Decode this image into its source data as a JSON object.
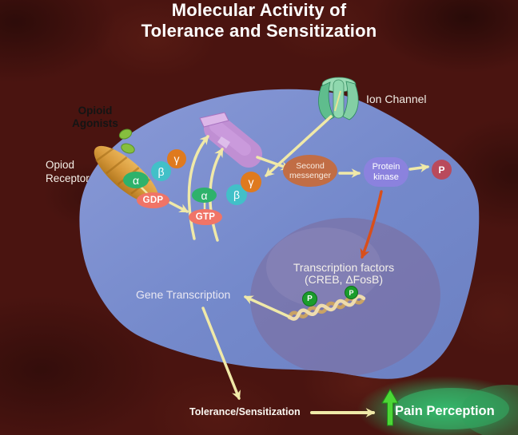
{
  "title": {
    "line1": "Molecular Activity of",
    "line2": "Tolerance and Sensitization"
  },
  "labels": {
    "opioid_agonists_line1": "Opioid",
    "opioid_agonists_line2": "Agonists",
    "opiod_receptor_line1": "Opiod",
    "opiod_receptor_line2": "Receptor",
    "ion_channel": "Ion Channel",
    "transcription_factors_line1": "Transcription factors",
    "transcription_factors_line2": "(CREB,  ΔFosB)",
    "gene_transcription": "Gene Transcription",
    "tolerance_sensitization": "Tolerance/Sensitization",
    "pain_perception": "Pain Perception"
  },
  "molecules": {
    "alpha": "α",
    "beta": "β",
    "gamma": "γ",
    "gdp": "GDP",
    "gtp": "GTP",
    "second_messenger_line1": "Second",
    "second_messenger_line2": "messenger",
    "protein_kinase_line1": "Protein",
    "protein_kinase_line2": "kinase",
    "phosphate": "P"
  },
  "colors": {
    "background": "#4a1410",
    "cell": "#7489cb",
    "nucleus": "#82739e",
    "receptor": "#d89a3c",
    "agonist": "#86bf3e",
    "alpha": "#2eb26b",
    "beta": "#42c0c8",
    "gamma": "#df7a1e",
    "gdp_gtp": "#f07467",
    "second_messenger": "#c16d45",
    "protein_kinase": "#8b82de",
    "phosphate_red": "#b94a5c",
    "phosphate_green": "#1b9c2c",
    "ion_channel": "#5fbd8d",
    "effector": "#c08fd3",
    "dna": "#eedcae",
    "arrow_yellow": "#f0e9a8",
    "arrow_red": "#d84f1a",
    "arrow_green": "#4cd636",
    "glow_green": "#2fa05a",
    "title_text": "#ffffff"
  }
}
